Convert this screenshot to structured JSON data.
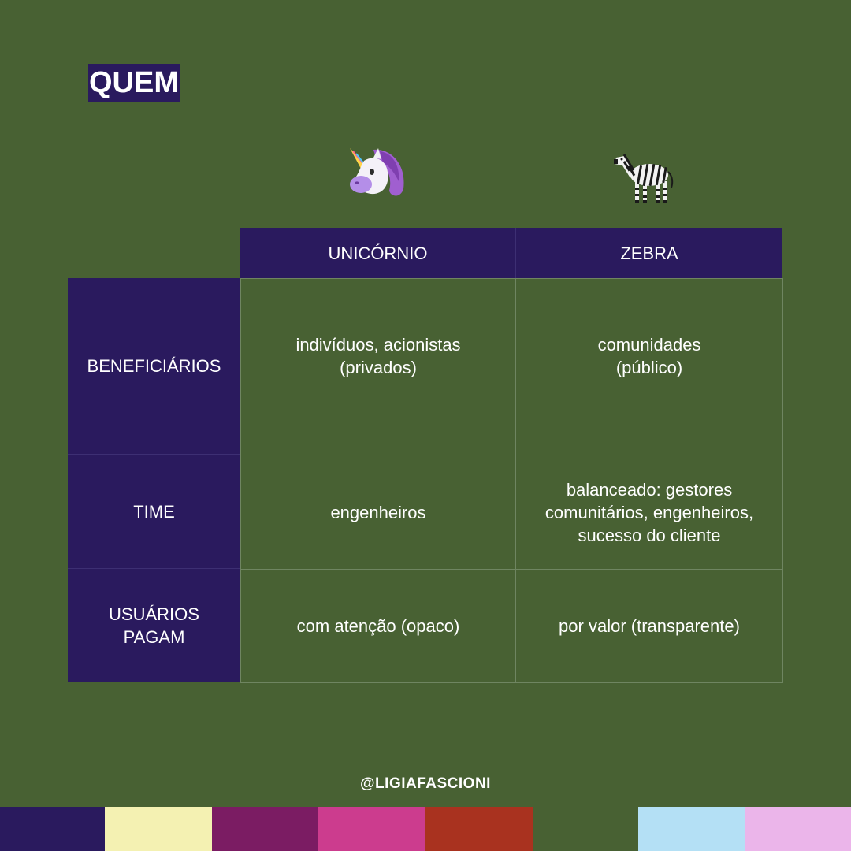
{
  "title": "QUEM",
  "icons": {
    "left": "unicorn-icon",
    "right": "zebra-icon"
  },
  "table": {
    "columns": [
      "UNICÓRNIO",
      "ZEBRA"
    ],
    "rows": [
      {
        "label": "BENEFICIÁRIOS",
        "cells": [
          "indivíduos, acionistas\n(privados)",
          "comunidades\n(público)"
        ]
      },
      {
        "label": "TIME",
        "cells": [
          "engenheiros",
          "balanceado: gestores\ncomunitários, engenheiros,\nsucesso do cliente"
        ]
      },
      {
        "label": "USUÁRIOS\nPAGAM",
        "cells": [
          "com atenção (opaco)",
          "por valor (transparente)"
        ]
      }
    ]
  },
  "footer": {
    "handle": "@LIGIAFASCIONI"
  },
  "colors": {
    "background": "#486133",
    "header_fill": "#2a1a5e",
    "swatches": [
      "#2a1a5e",
      "#f4f1b2",
      "#7b1c63",
      "#cc3c8e",
      "#a9321f",
      "#486133",
      "#b4e0f5",
      "#ebb5ea"
    ]
  }
}
